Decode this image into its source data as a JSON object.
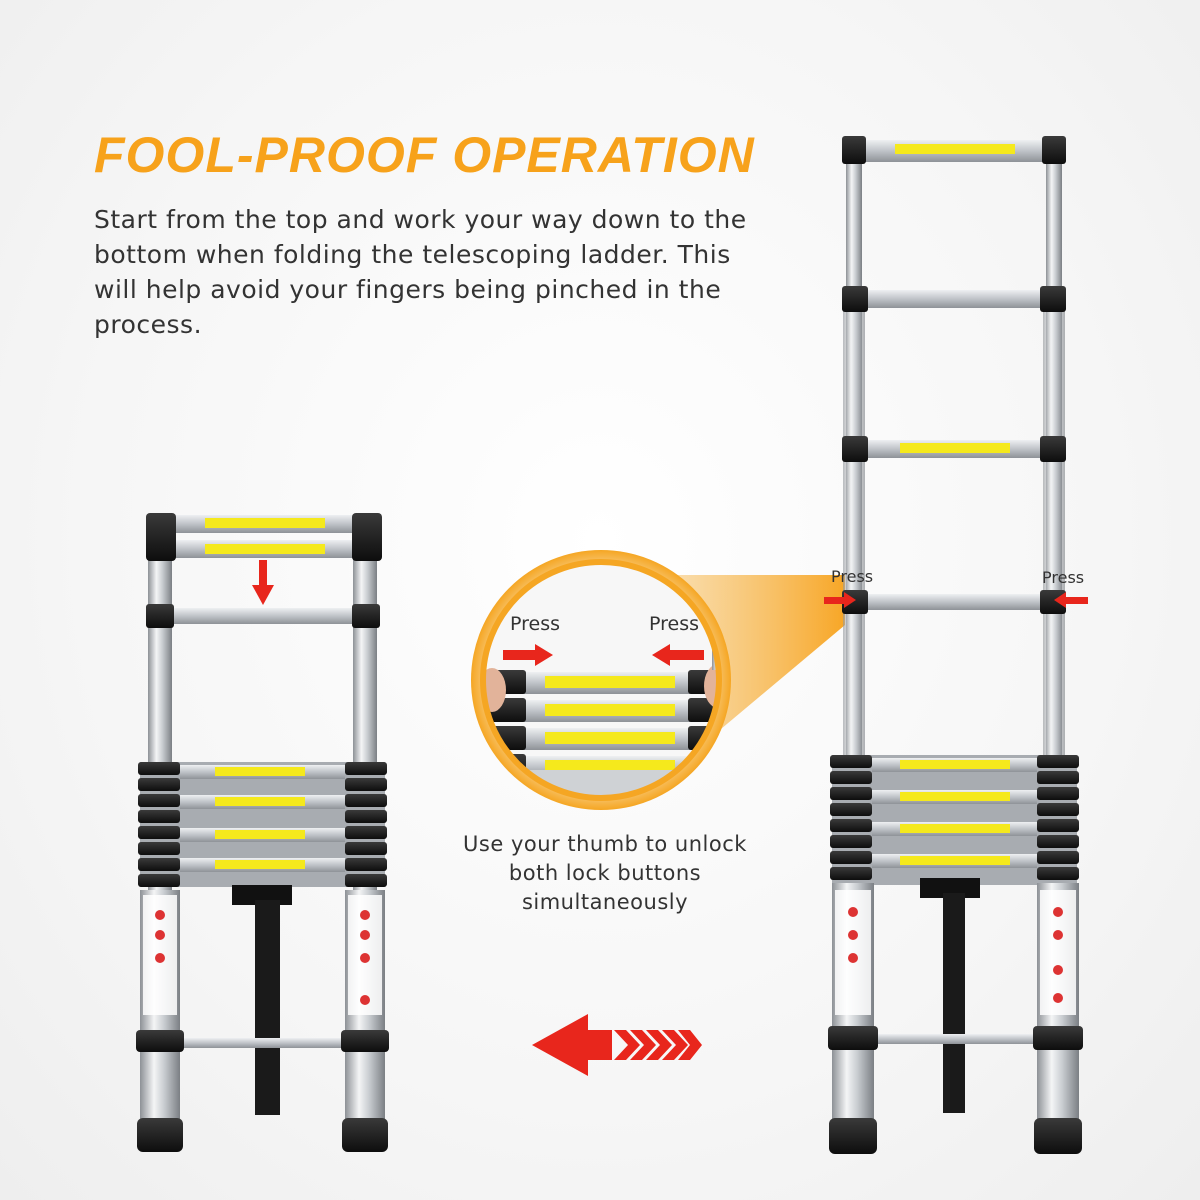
{
  "heading": "FOOL-PROOF OPERATION",
  "description": "Start from the top and work your way down to the bottom when folding the telescoping ladder. This will help avoid your fingers being pinched in the process.",
  "caption": "Use your thumb to unlock both lock buttons simultaneously",
  "press_labels": {
    "left": "Press",
    "right": "Press"
  },
  "colors": {
    "accent": "#f7a21b",
    "arrow": "#e8261c",
    "text": "#333333",
    "label_yellow": "#f5e91c"
  },
  "icons": {
    "fold_arrow": "red-arrow-left",
    "down_arrow": "red-arrow-down",
    "press_arrows": "red-arrow-inward"
  }
}
